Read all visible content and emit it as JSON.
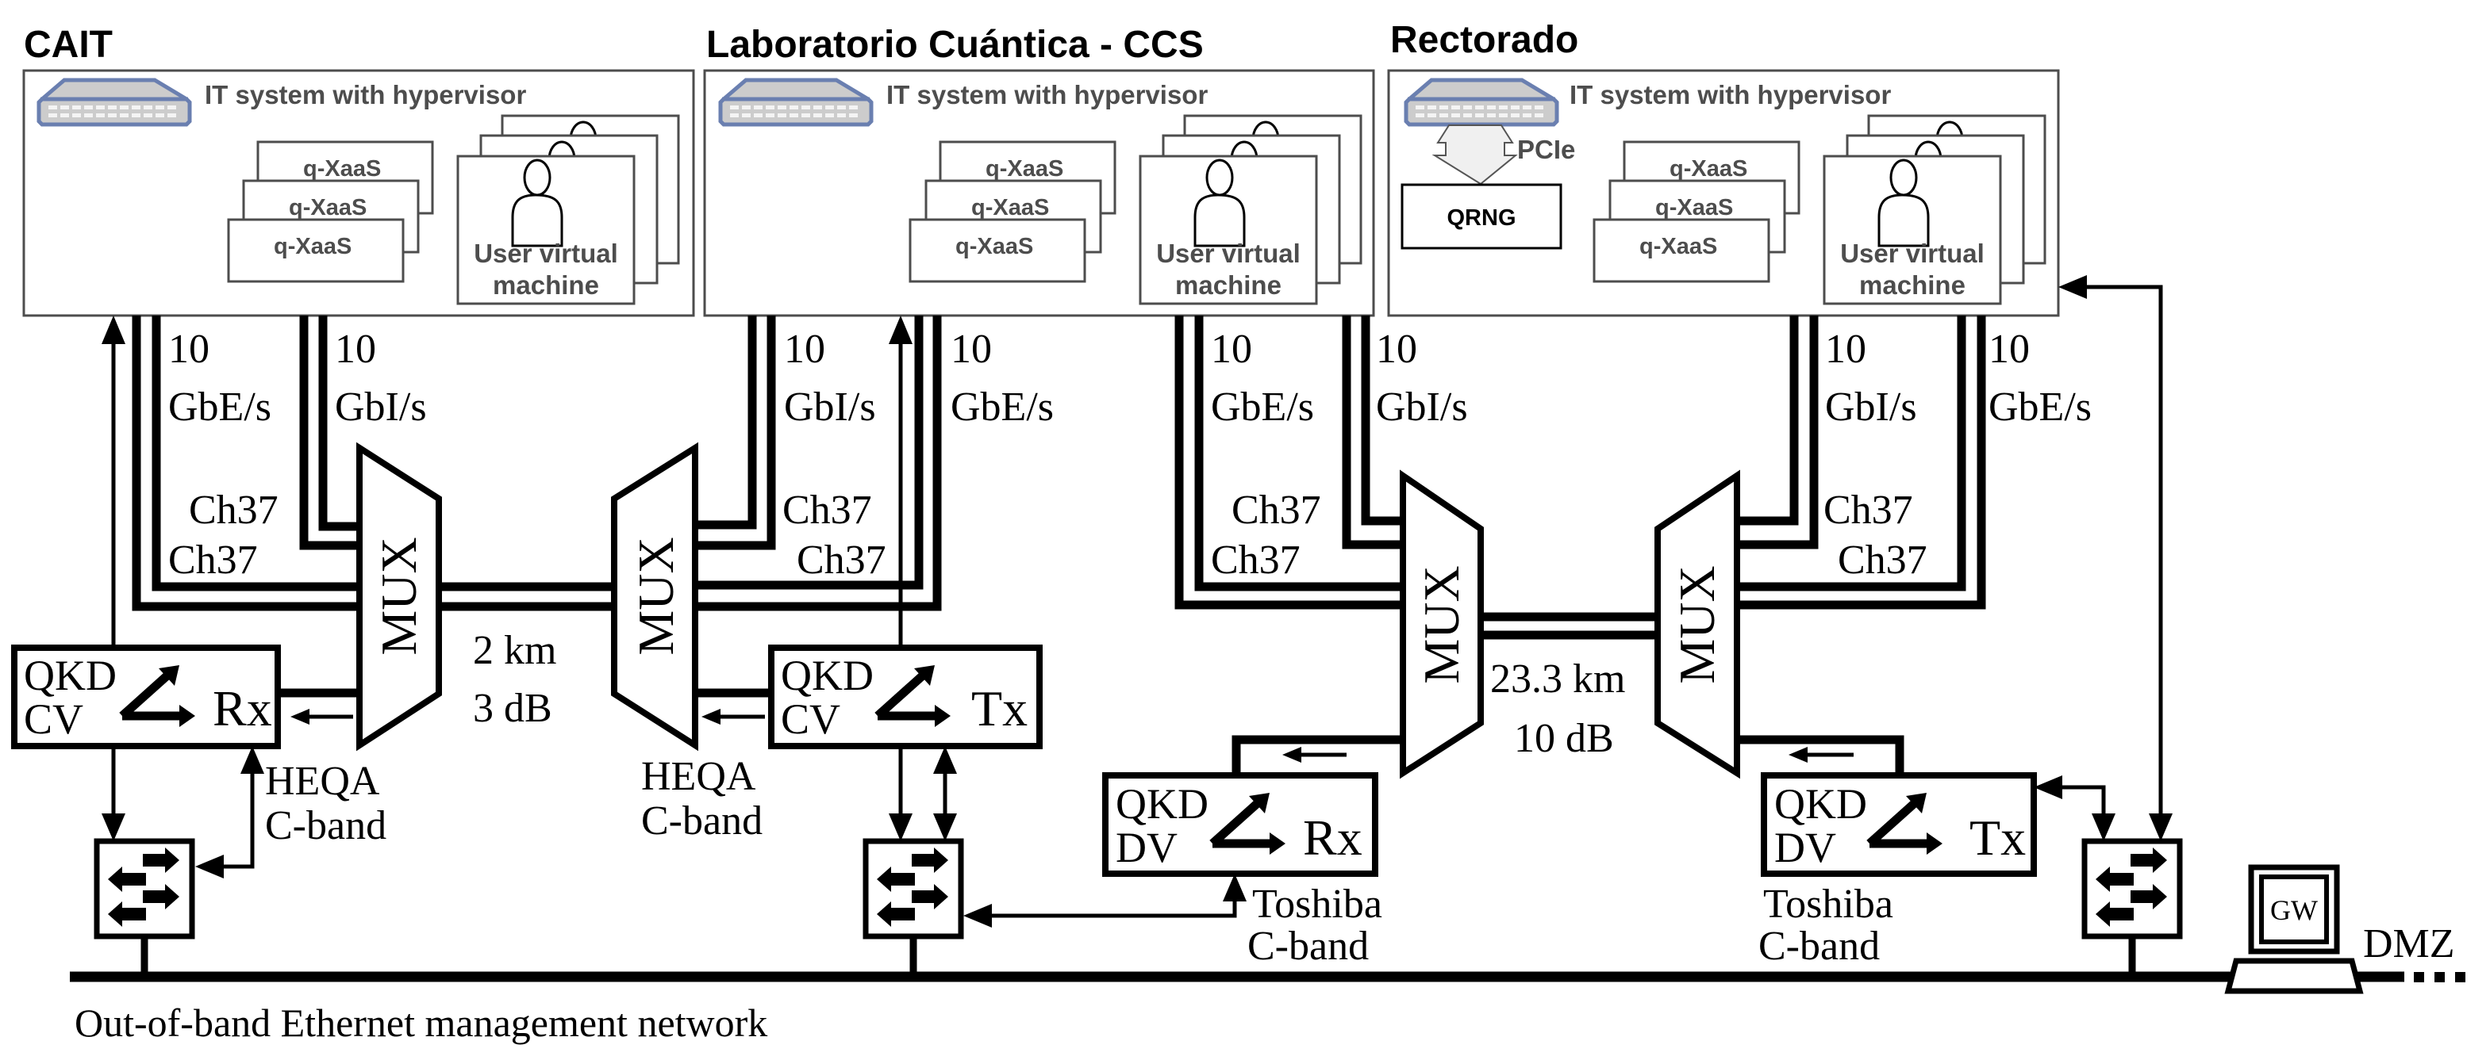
{
  "sites": [
    {
      "title": "CAIT",
      "it_system_label": "IT system with hypervisor",
      "services": [
        "q-XaaS",
        "q-XaaS",
        "q-XaaS"
      ],
      "vm_label_line1": "User virtual",
      "vm_label_line2": "machine"
    },
    {
      "title": "Laboratorio Cuántica - CCS",
      "it_system_label": "IT system with hypervisor",
      "services": [
        "q-XaaS",
        "q-XaaS",
        "q-XaaS"
      ],
      "vm_label_line1": "User virtual",
      "vm_label_line2": "machine"
    },
    {
      "title": "Rectorado",
      "it_system_label": "IT system with hypervisor",
      "services": [
        "q-XaaS",
        "q-XaaS",
        "q-XaaS"
      ],
      "vm_label_line1": "User virtual",
      "vm_label_line2": "machine",
      "pcie_label": "PCIe",
      "qrng_label": "QRNG"
    }
  ],
  "links": {
    "rate_number": "10",
    "gbe": "GbE/s",
    "gbi": "GbI/s",
    "channel": "Ch37"
  },
  "mux_label": "MUX",
  "spans": [
    {
      "distance": "2 km",
      "loss": "3 dB"
    },
    {
      "distance": "23.3 km",
      "loss": "10 dB"
    }
  ],
  "qkd_devices": [
    {
      "line1": "QKD",
      "line2": "CV",
      "role": "Rx",
      "vendor_line1": "HEQA",
      "vendor_line2": "C-band"
    },
    {
      "line1": "QKD",
      "line2": "CV",
      "role": "Tx",
      "vendor_line1": "HEQA",
      "vendor_line2": "C-band"
    },
    {
      "line1": "QKD",
      "line2": "DV",
      "role": "Rx",
      "vendor_line1": "Toshiba",
      "vendor_line2": "C-band"
    },
    {
      "line1": "QKD",
      "line2": "DV",
      "role": "Tx",
      "vendor_line1": "Toshiba",
      "vendor_line2": "C-band"
    }
  ],
  "gateway_label": "GW",
  "dmz_label": "DMZ",
  "network_label": "Out-of-band Ethernet management network"
}
